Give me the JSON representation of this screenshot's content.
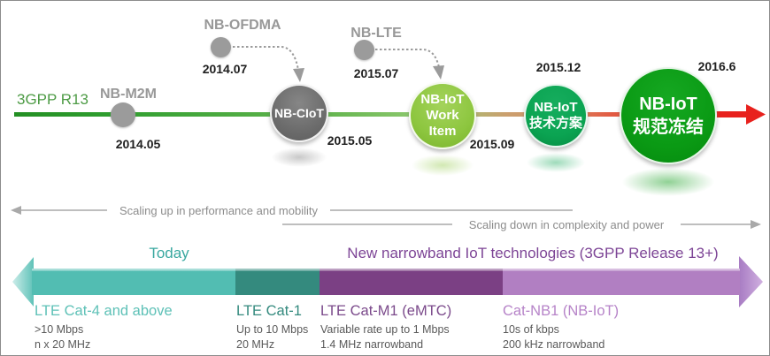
{
  "timeline": {
    "era_label": "3GPP R13",
    "nb_m2m": {
      "label": "NB-M2M",
      "date": "2014.05"
    },
    "nb_ofdma": {
      "label": "NB-OFDMA",
      "date": "2014.07"
    },
    "nb_ciot": {
      "label": "NB-CIoT",
      "date": "2015.05"
    },
    "nb_lte": {
      "label": "NB-LTE",
      "date": "2015.07"
    },
    "work_item": {
      "line1": "NB-IoT",
      "line2": "Work Item",
      "date": "2015.09"
    },
    "tech_plan": {
      "line1": "NB-IoT",
      "line2": "技术方案",
      "date": "2015.12"
    },
    "spec_freeze": {
      "line1": "NB-IoT",
      "line2": "规范冻结",
      "date": "2016.6"
    }
  },
  "scaling": {
    "up_label": "Scaling up in performance and mobility",
    "down_label": "Scaling down in complexity and power"
  },
  "spectrum": {
    "today_label": "Today",
    "new_tech_label": "New narrowband IoT technologies (3GPP Release 13+)",
    "segments": [
      {
        "name": "LTE Cat-4 and above",
        "rate": ">10 Mbps",
        "bandwidth": "n x 20 MHz",
        "color": "#52bdb2"
      },
      {
        "name": "LTE Cat-1",
        "rate": "Up to 10 Mbps",
        "bandwidth": "20 MHz",
        "color": "#348a7e"
      },
      {
        "name": "LTE Cat-M1 (eMTC)",
        "rate": "Variable rate up to 1 Mbps",
        "bandwidth": "1.4 MHz narrowband",
        "color": "#7b4084"
      },
      {
        "name": "Cat-NB1 (NB-IoT)",
        "rate": "10s of kbps",
        "bandwidth": "200 kHz narrowband",
        "color": "#b17fc2"
      }
    ]
  },
  "colors": {
    "timeline_green": "#2f9e2f",
    "timeline_tan": "#cb9f6e",
    "timeline_salmon": "#e2604a",
    "timeline_red": "#e8211d",
    "node_gray": "#6b6b6b",
    "work_item_green": "#8dc63f",
    "tech_plan_green": "#0ba452",
    "spec_freeze_green": "#0a9a14",
    "era_green": "#4d9b45"
  }
}
